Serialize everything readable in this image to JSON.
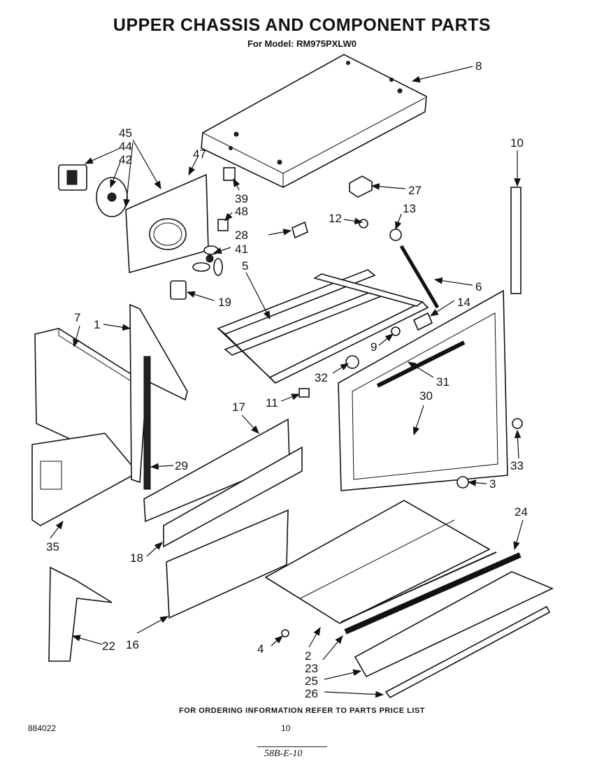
{
  "header": {
    "title": "UPPER CHASSIS AND COMPONENT PARTS",
    "model_line": "For Model: RM975PXLW0"
  },
  "footer": {
    "ordering_note": "FOR ORDERING INFORMATION REFER TO PARTS PRICE LIST",
    "doc_number": "884022",
    "page_number": "10",
    "stamp": "58B-E-10"
  },
  "callouts": {
    "c1": "1",
    "c2": "2",
    "c3": "3",
    "c4": "4",
    "c5": "5",
    "c6": "6",
    "c7": "7",
    "c8": "8",
    "c9": "9",
    "c10": "10",
    "c11": "11",
    "c12": "12",
    "c13": "13",
    "c14": "14",
    "c16": "16",
    "c17": "17",
    "c18": "18",
    "c19": "19",
    "c22": "22",
    "c23": "23",
    "c24": "24",
    "c25": "25",
    "c26": "26",
    "c27": "27",
    "c28": "28",
    "c29": "29",
    "c30": "30",
    "c31": "31",
    "c32": "32",
    "c33": "33",
    "c35": "35",
    "c39": "39",
    "c41": "41",
    "c42": "42",
    "c44": "44",
    "c45": "45",
    "c47": "47",
    "c48": "48"
  }
}
